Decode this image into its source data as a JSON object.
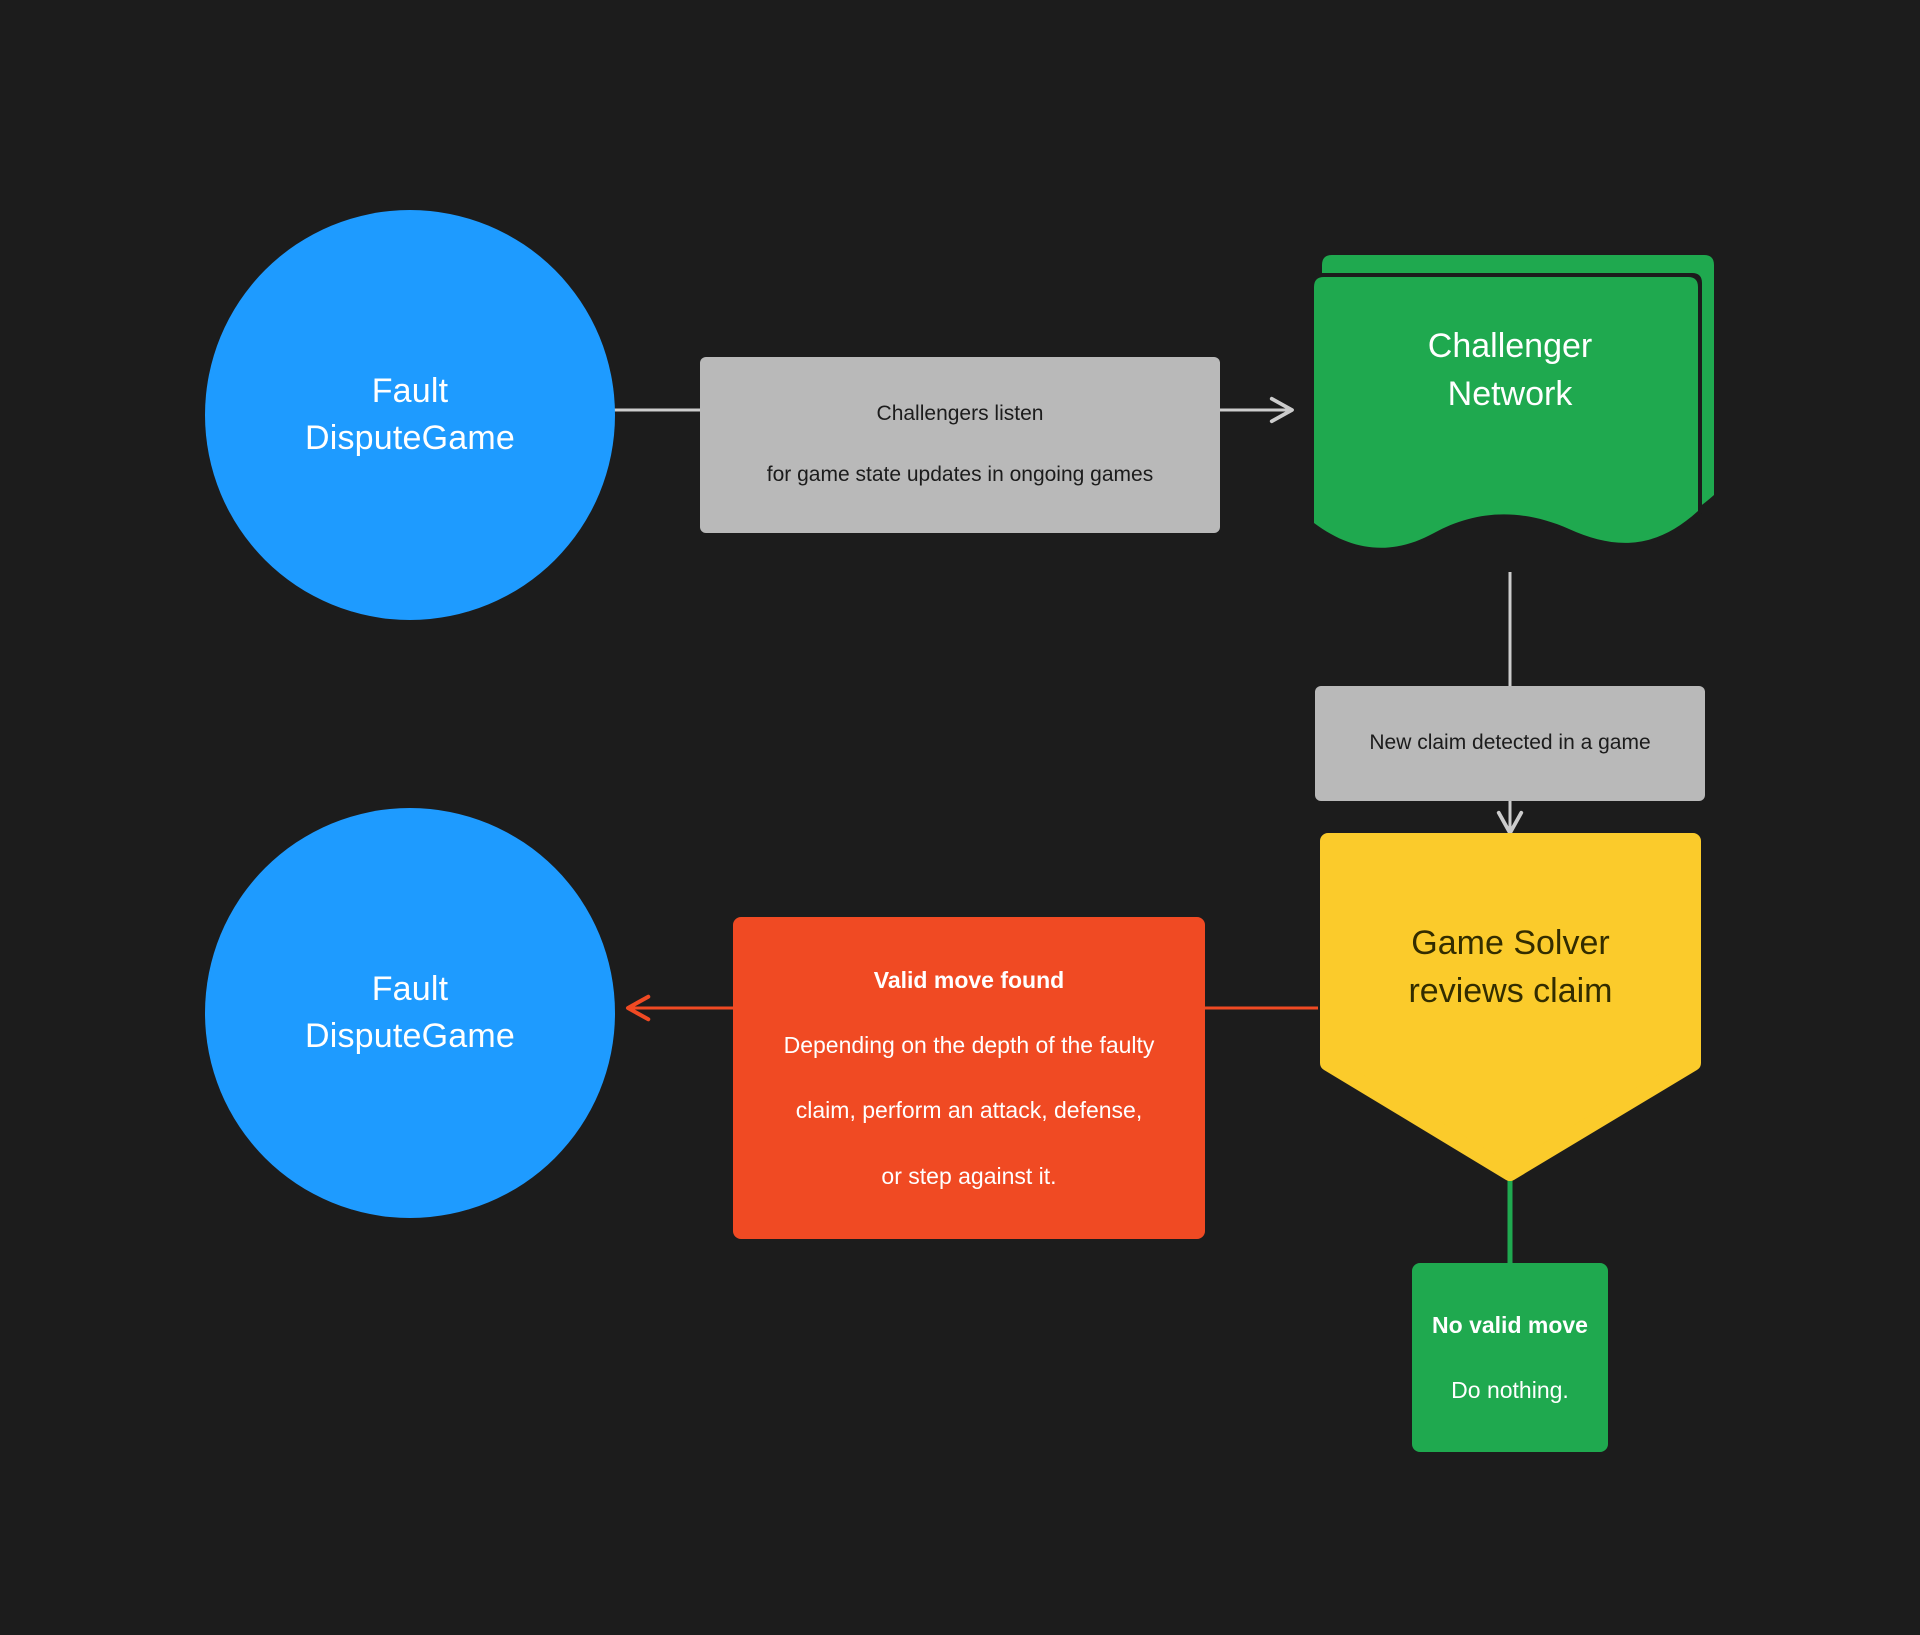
{
  "diagram": {
    "background_color": "#1c1c1c",
    "nodes": {
      "fault_game_top": {
        "line1": "Fault",
        "line2": "DisputeGame",
        "color": "#1e9bff",
        "shape": "circle"
      },
      "challenger_network": {
        "line1": "Challenger",
        "line2": "Network",
        "color": "#1fa94f",
        "shape": "document-stack"
      },
      "game_solver": {
        "line1": "Game Solver",
        "line2": "reviews claim",
        "color": "#fbcb2b",
        "shape": "shield"
      },
      "fault_game_bottom": {
        "line1": "Fault",
        "line2": "DisputeGame",
        "color": "#1e9bff",
        "shape": "circle"
      }
    },
    "edges": {
      "listen": {
        "line1": "Challengers listen",
        "line2": "for game state updates in ongoing games",
        "label_color": "#b9b9b9",
        "line_color": "#cccccc"
      },
      "new_claim": {
        "text": "New claim detected in a game",
        "label_color": "#b9b9b9",
        "line_color": "#cccccc"
      },
      "valid_move": {
        "title": "Valid move found",
        "line1": "Depending on the depth of the faulty",
        "line2": "claim, perform an attack, defense,",
        "line3": "or step against it.",
        "label_color": "#f04a23",
        "line_color": "#f04a23"
      },
      "no_valid_move": {
        "title": "No valid move",
        "line1": "Do nothing.",
        "label_color": "#1fa94f",
        "line_color": "#1fa94f"
      }
    }
  }
}
